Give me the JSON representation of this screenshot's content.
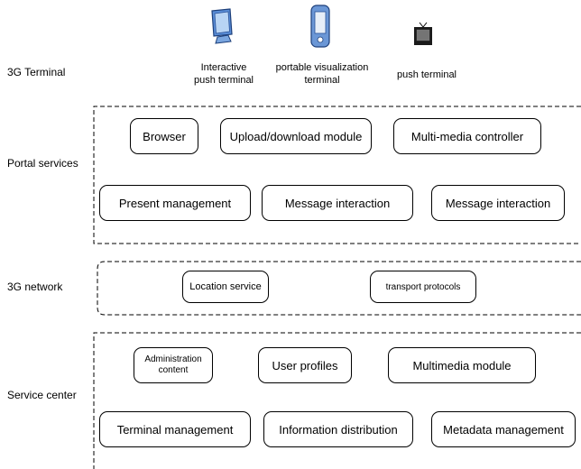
{
  "layers": {
    "terminal": "3G Terminal",
    "portal": "Portal services",
    "network": "3G network",
    "service": "Service center"
  },
  "devices": [
    {
      "label": "Interactive\npush terminal",
      "icon": "desktop-monitor-icon"
    },
    {
      "label": "portable  visualization\nterminal",
      "icon": "pda-handheld-icon"
    },
    {
      "label": "push terminal",
      "icon": "tv-icon"
    }
  ],
  "portal": {
    "row1": [
      "Browser",
      "Upload/download module",
      "Multi-media controller"
    ],
    "row2": [
      "Present management",
      "Message interaction",
      "Message interaction"
    ]
  },
  "network": [
    "Location service",
    "transport protocols"
  ],
  "service": {
    "row1": [
      "Administration\ncontent",
      "User profiles",
      "Multimedia module"
    ],
    "row2": [
      "Terminal management",
      "Information distribution",
      "Metadata management"
    ]
  }
}
